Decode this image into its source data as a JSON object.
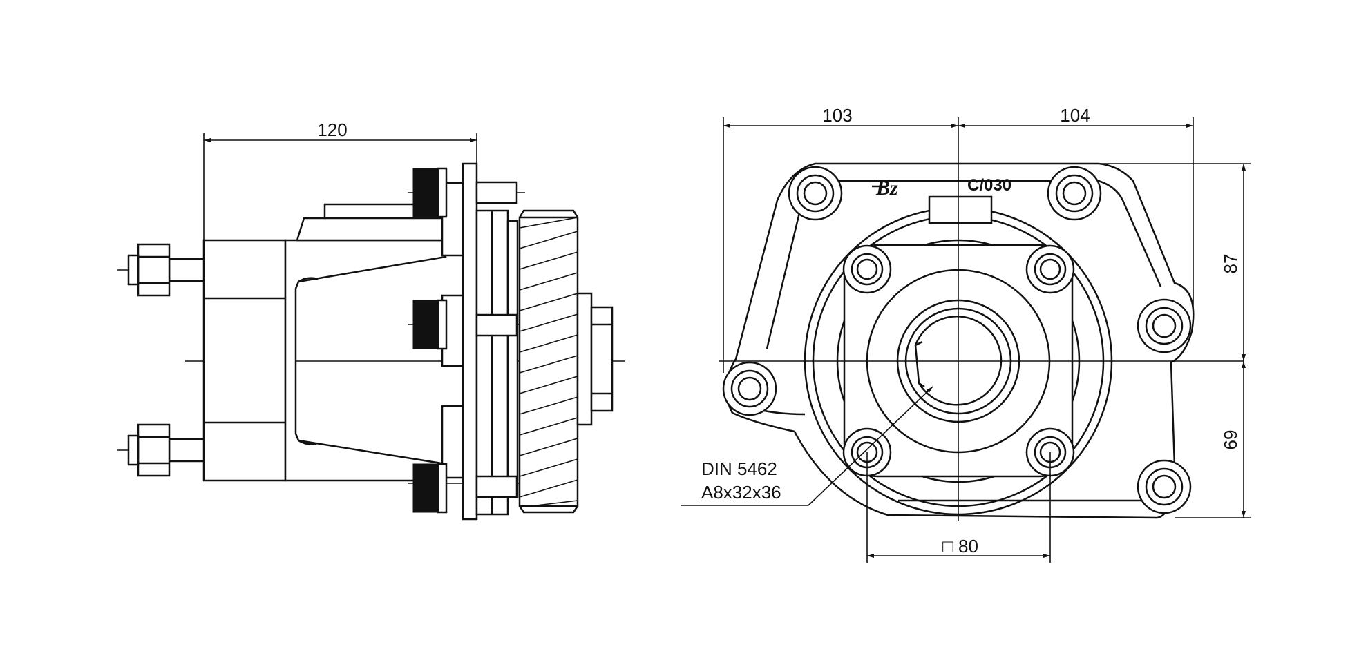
{
  "side_view": {
    "dim_length": "120"
  },
  "front_view": {
    "dim_left_width": "103",
    "dim_right_width": "104",
    "dim_upper_height": "87",
    "dim_lower_height": "69",
    "dim_square": "□ 80",
    "spline_label_line1": "DIN 5462",
    "spline_label_line2": "A8x32x36",
    "model_label": "C/030",
    "logo_text": "Bz"
  },
  "colors": {
    "line": "#111111",
    "background": "#ffffff"
  }
}
